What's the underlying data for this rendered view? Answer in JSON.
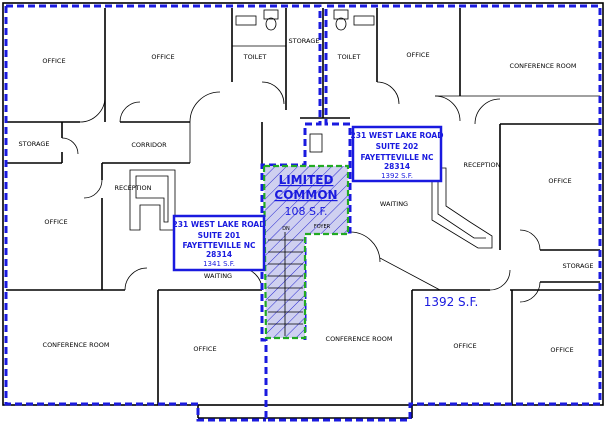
{
  "rooms": {
    "office_1": "OFFICE",
    "office_2": "OFFICE",
    "toilet_1": "TOILET",
    "storage_top": "STORAGE",
    "toilet_2": "TOILET",
    "office_3": "OFFICE",
    "conference_top_right": "CONFERENCE ROOM",
    "storage_left": "STORAGE",
    "corridor": "CORRIDOR",
    "reception_left": "RECEPTION",
    "office_left_mid": "OFFICE",
    "reception_right": "RECEPTION",
    "office_right_mid": "OFFICE",
    "waiting_center": "WAITING",
    "storage_right": "STORAGE",
    "waiting_left": "WAITING",
    "conference_bottom_left": "CONFERENCE ROOM",
    "office_bottom_1": "OFFICE",
    "conference_bottom_center": "CONFERENCE ROOM",
    "office_bottom_2": "OFFICE",
    "office_bottom_3": "OFFICE"
  },
  "stair_labels": {
    "dn": "DN",
    "foyer": "FOYER"
  },
  "common_area": {
    "line1": "LIMITED",
    "line2": "COMMON",
    "sf": "108 S.F."
  },
  "suite_201": {
    "address": "231 WEST LAKE ROAD",
    "suite": "SUITE 201",
    "city": "FAYETTEVILLE NC",
    "zip": "28314",
    "sf": "1341 S.F."
  },
  "suite_202": {
    "address": "231 WEST LAKE ROAD",
    "suite": "SUITE 202",
    "city": "FAYETTEVILLE NC",
    "zip": "28314",
    "sf": "1392 S.F."
  },
  "large_sf_label": "1392 S.F.",
  "colors": {
    "suite_outline": "#1a1adf",
    "common_outline": "#22aa22",
    "common_fill": "#c8c8ee"
  }
}
